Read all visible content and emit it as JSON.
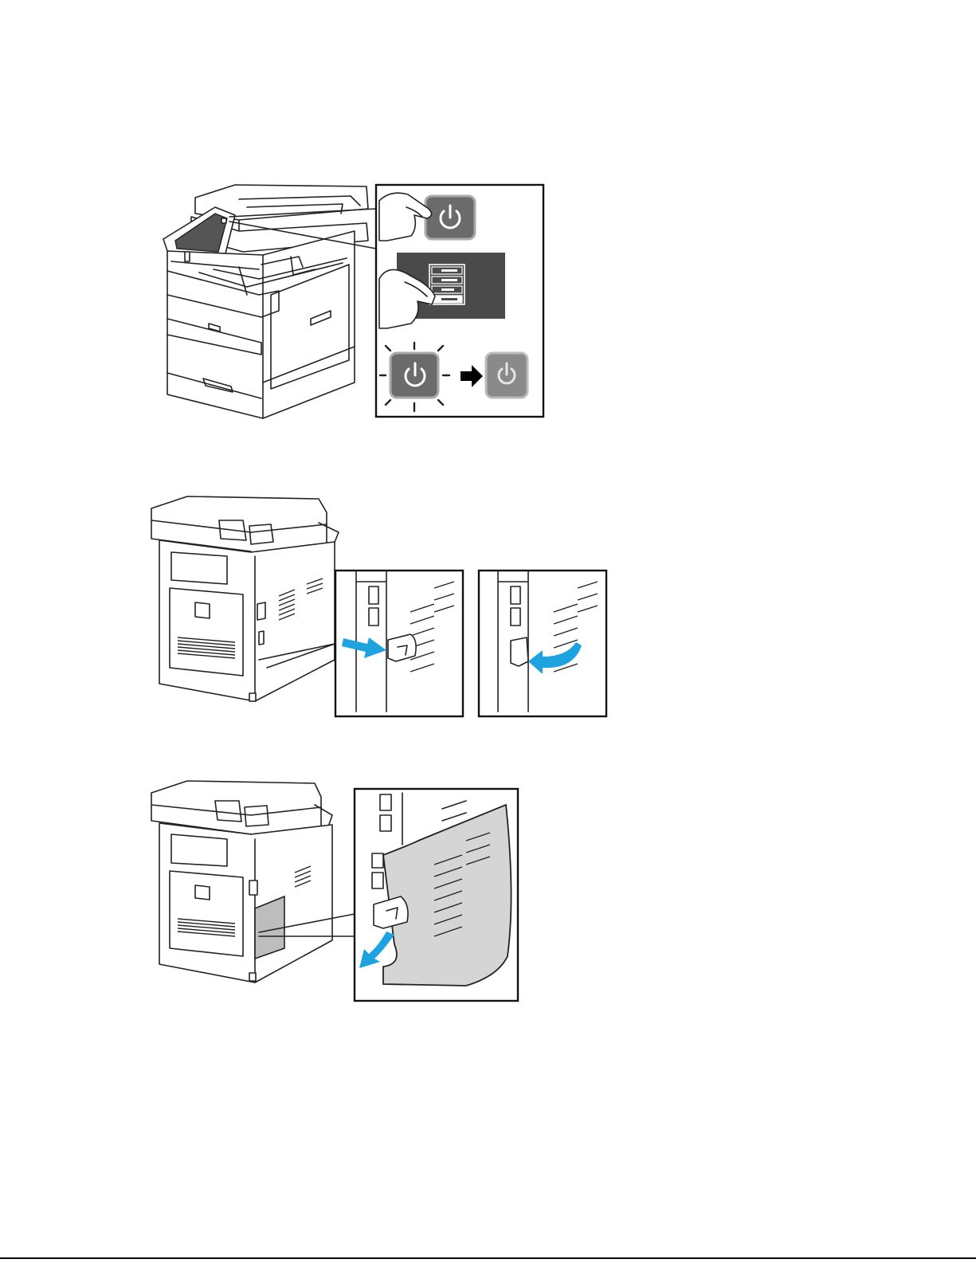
{
  "figures": [
    {
      "id": "power-off-sequence",
      "icons": [
        "printer-front-icon",
        "power-button-icon",
        "hand-pointer-icon",
        "power-menu-icon",
        "arrow-right-icon"
      ]
    },
    {
      "id": "rear-cover-latch",
      "icons": [
        "printer-rear-icon",
        "latch-icon",
        "blue-arrow-icon"
      ]
    },
    {
      "id": "rear-cover-remove",
      "icons": [
        "printer-rear-icon",
        "side-cover-icon",
        "blue-arrow-icon"
      ]
    }
  ],
  "colors": {
    "accent": "#1fa3e0",
    "button": "#6b6b6b",
    "screen": "#4a4a4a"
  }
}
